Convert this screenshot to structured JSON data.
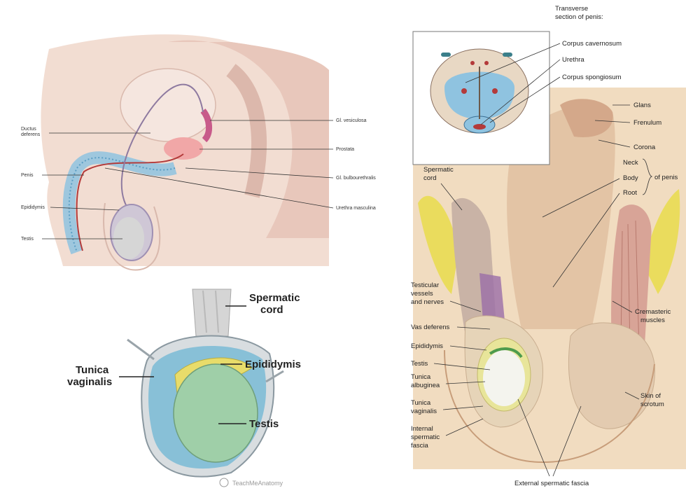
{
  "sagittal": {
    "ductus_deferens": "Ductus\ndeferens",
    "penis": "Penis",
    "epididymis": "Epididymis",
    "testis": "Testis",
    "gl_vesiculosa": "Gl. vesiculosa",
    "prostata": "Prostata",
    "gl_bulbourethralis": "Gl. bulbourethralis",
    "urethra_masculina": "Urethra masculina"
  },
  "testis_detail": {
    "spermatic_cord": "Spermatic\ncord",
    "epididymis": "Epididymis",
    "tunica_vaginalis": "Tunica\nvaginalis",
    "testis": "Testis",
    "watermark": "TeachMeAnatomy"
  },
  "anterior": {
    "inset_title": "Transverse\nsection of penis:",
    "corpus_cavernosum": "Corpus cavernosum",
    "urethra": "Urethra",
    "corpus_spongiosum": "Corpus spongiosum",
    "glans": "Glans",
    "frenulum": "Frenulum",
    "corona": "Corona",
    "neck": "Neck",
    "body": "Body",
    "root": "Root",
    "of_penis": "of penis",
    "spermatic_cord": "Spermatic\ncord",
    "testicular_vessels": "Testicular\nvessels\nand nerves",
    "vas_deferens": "Vas deferens",
    "epididymis": "Epididymis",
    "testis": "Testis",
    "tunica_albuginea": "Tunica\nalbuginea",
    "tunica_vaginalis": "Tunica\nvaginalis",
    "internal_spermatic_fascia": "Internal\nspermatic\nfascia",
    "cremasteric_muscles": "Cremasteric\nmuscles",
    "skin_of_scrotum": "Skin of\nscrotum",
    "external_spermatic_fascia": "External spermatic fascia"
  },
  "colors": {
    "skin": "#f2ddd2",
    "vessel_red": "#b33a3a",
    "spongy_blue": "#8fc3e0",
    "tunica_blue": "#7fbcd6",
    "epididymis_yellow": "#e8dc6a",
    "testis_green": "#9fcfa8",
    "fascia_beige": "#e9d3b4",
    "fat_yellow": "#e9dc52"
  }
}
